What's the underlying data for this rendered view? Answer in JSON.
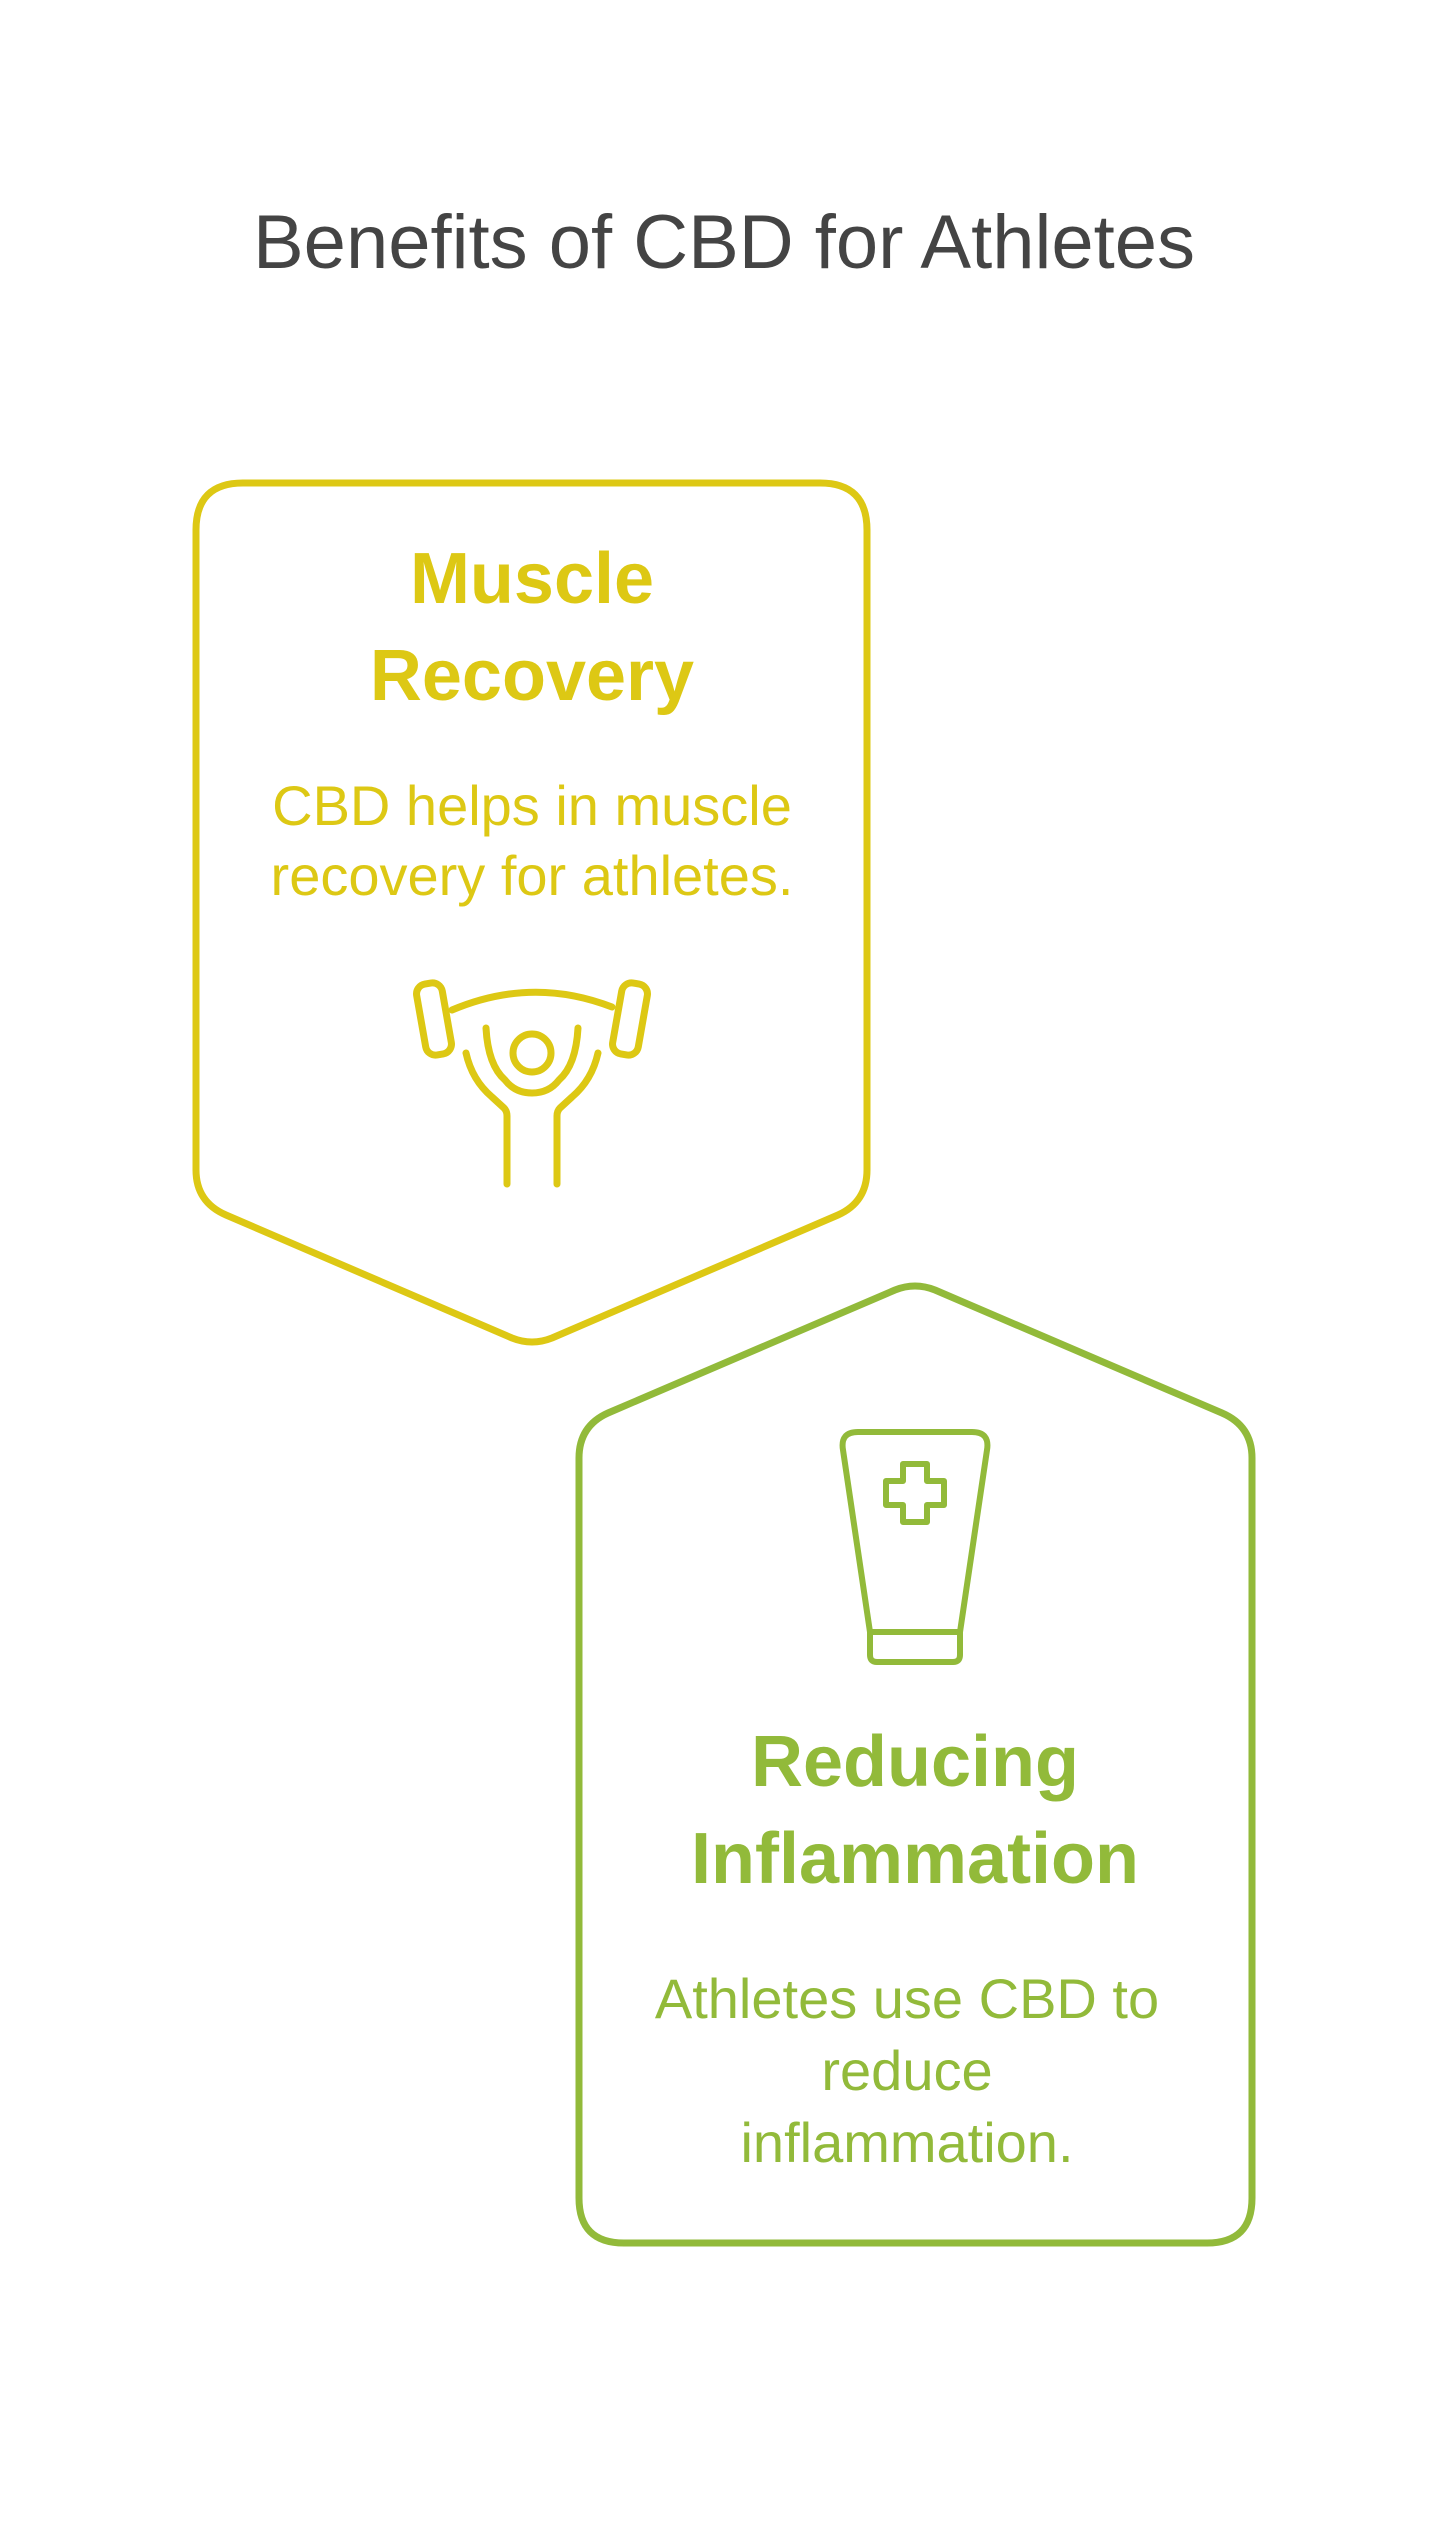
{
  "title": "Benefits of CBD for Athletes",
  "colors": {
    "yellow": "#DDC814",
    "green": "#92BA3A",
    "title": "#444444"
  },
  "cards": [
    {
      "heading_lines": [
        "Muscle",
        "Recovery"
      ],
      "body_lines": [
        "CBD helps in muscle",
        "recovery for athletes."
      ],
      "icon": "weightlifter-icon"
    },
    {
      "heading_lines": [
        "Reducing",
        "Inflammation"
      ],
      "body_lines": [
        "Athletes use CBD to",
        "reduce",
        "inflammation."
      ],
      "icon": "ointment-tube-icon"
    }
  ]
}
